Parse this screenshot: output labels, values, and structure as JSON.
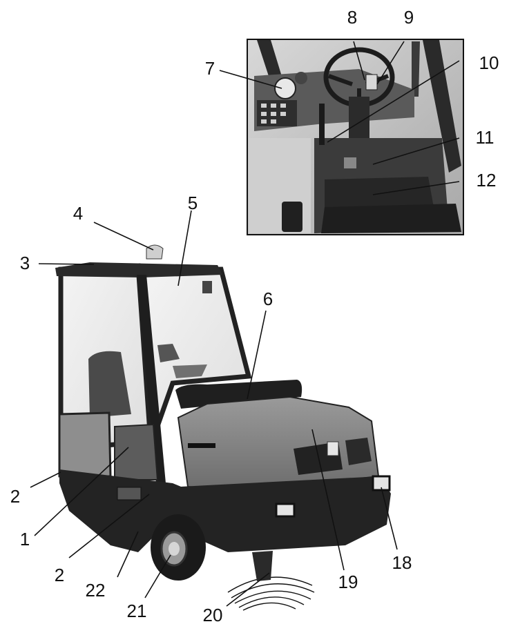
{
  "figure": {
    "callouts": [
      {
        "id": "1",
        "label": "1"
      },
      {
        "id": "2a",
        "label": "2"
      },
      {
        "id": "2b",
        "label": "2"
      },
      {
        "id": "3",
        "label": "3"
      },
      {
        "id": "4",
        "label": "4"
      },
      {
        "id": "5",
        "label": "5"
      },
      {
        "id": "6",
        "label": "6"
      },
      {
        "id": "7",
        "label": "7"
      },
      {
        "id": "8",
        "label": "8"
      },
      {
        "id": "9",
        "label": "9"
      },
      {
        "id": "10",
        "label": "10"
      },
      {
        "id": "11",
        "label": "11"
      },
      {
        "id": "12",
        "label": "12"
      },
      {
        "id": "18",
        "label": "18"
      },
      {
        "id": "19",
        "label": "19"
      },
      {
        "id": "20",
        "label": "20"
      },
      {
        "id": "21",
        "label": "21"
      },
      {
        "id": "22",
        "label": "22"
      }
    ]
  }
}
